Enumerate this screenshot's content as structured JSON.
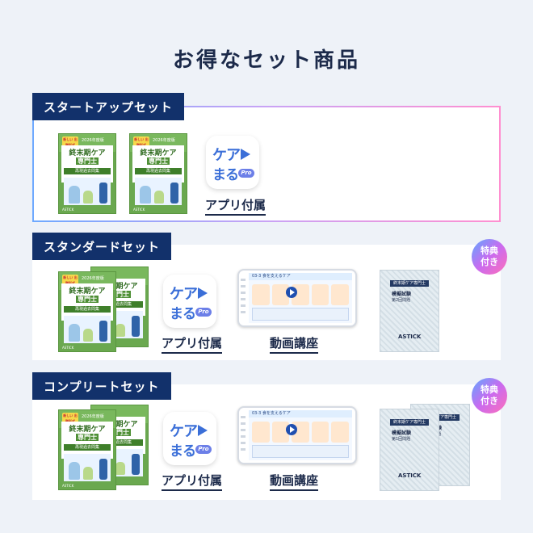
{
  "page_title": "お得なセット商品",
  "sets": [
    {
      "name": "スタートアップセット",
      "items": [
        {
          "label": "アプリ付属"
        }
      ]
    },
    {
      "name": "スタンダードセット",
      "bonus": [
        "特典",
        "付き"
      ],
      "items": [
        {
          "label": "アプリ付属"
        },
        {
          "label": "動画講座"
        }
      ]
    },
    {
      "name": "コンプリートセット",
      "bonus": [
        "特典",
        "付き"
      ],
      "items": [
        {
          "label": "アプリ付属"
        },
        {
          "label": "動画講座"
        }
      ]
    }
  ],
  "book": {
    "badge": "新しい 出題形式",
    "year": "2026年度版",
    "title": "終末期ケア",
    "subtitle": "専門士",
    "band": "再現過去問集",
    "foot": "ASTICK"
  },
  "app_icon": {
    "line1": "ケア",
    "line2": "まる",
    "pro": "Pro"
  },
  "video": {
    "header": "03-3 食を支えるケア"
  },
  "exam": {
    "title": "終末期ケア専門士",
    "line1": "模擬試験",
    "line2": "第2回問題",
    "line2b": "第1回問題",
    "logo": "ASTICK"
  },
  "colors": {
    "navy": "#12316b",
    "book_green": "#6aa84f",
    "app_blue": "#3b6fd8"
  }
}
